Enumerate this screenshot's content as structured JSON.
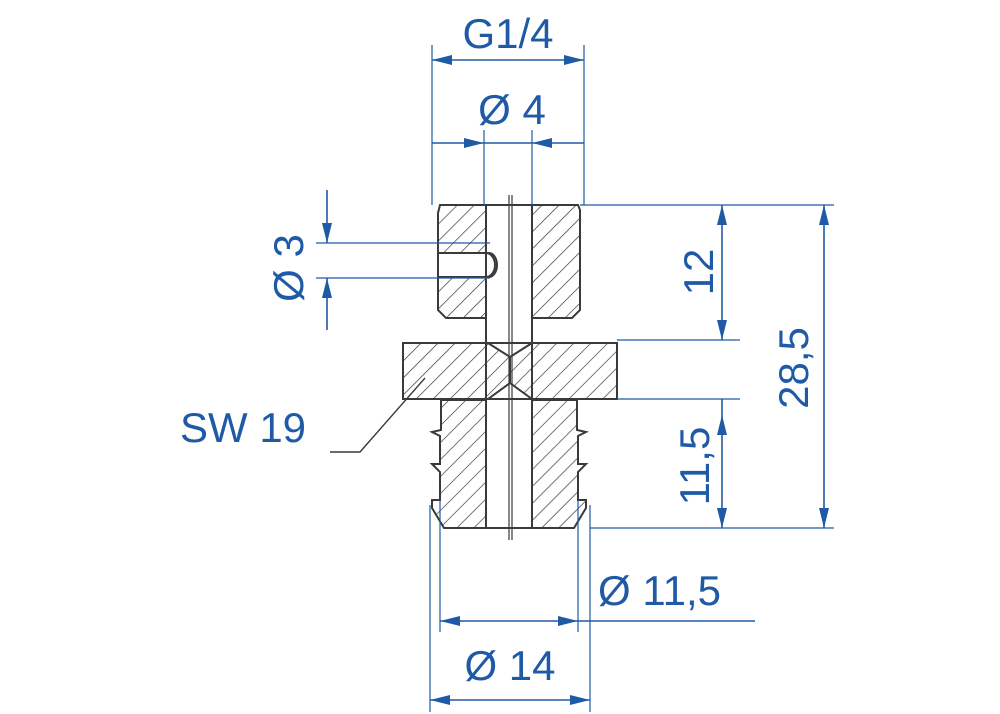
{
  "drawing": {
    "dimension_color": "#1f5aa6",
    "outline_color": "#3a3a3a",
    "labels": {
      "thread": "G1/4",
      "bore": "Ø 4",
      "cross_hole": "Ø 3",
      "hex": "SW 19",
      "upper_length": "12",
      "total_length": "28,5",
      "lower_length": "11,5",
      "barb_small": "Ø 11,5",
      "barb_large": "Ø 14"
    }
  }
}
